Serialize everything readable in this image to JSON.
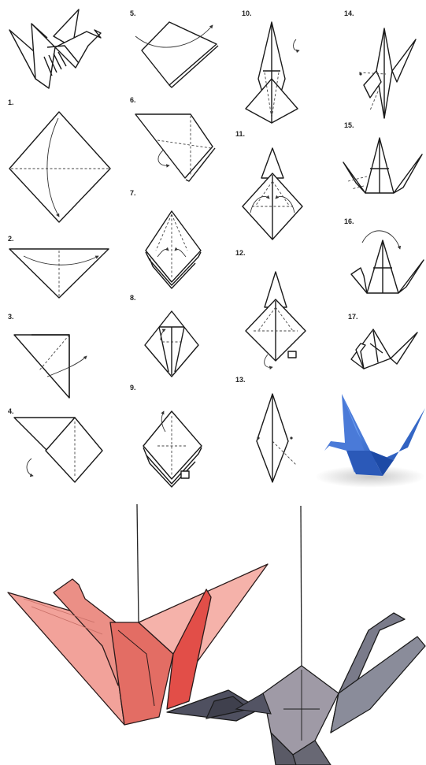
{
  "steps": {
    "s1": "1.",
    "s2": "2.",
    "s3": "3.",
    "s4": "4.",
    "s5": "5.",
    "s6": "6.",
    "s7": "7.",
    "s8": "8.",
    "s9": "9.",
    "s10": "10.",
    "s11": "11.",
    "s12": "12.",
    "s13": "13.",
    "s14": "14.",
    "s15": "15.",
    "s16": "16.",
    "s17": "17."
  },
  "colors": {
    "line": "#1a1a1a",
    "blue_crane": "#3a6fd0",
    "red_crane": "#e8827a",
    "gray_crane": "#6f7080"
  }
}
